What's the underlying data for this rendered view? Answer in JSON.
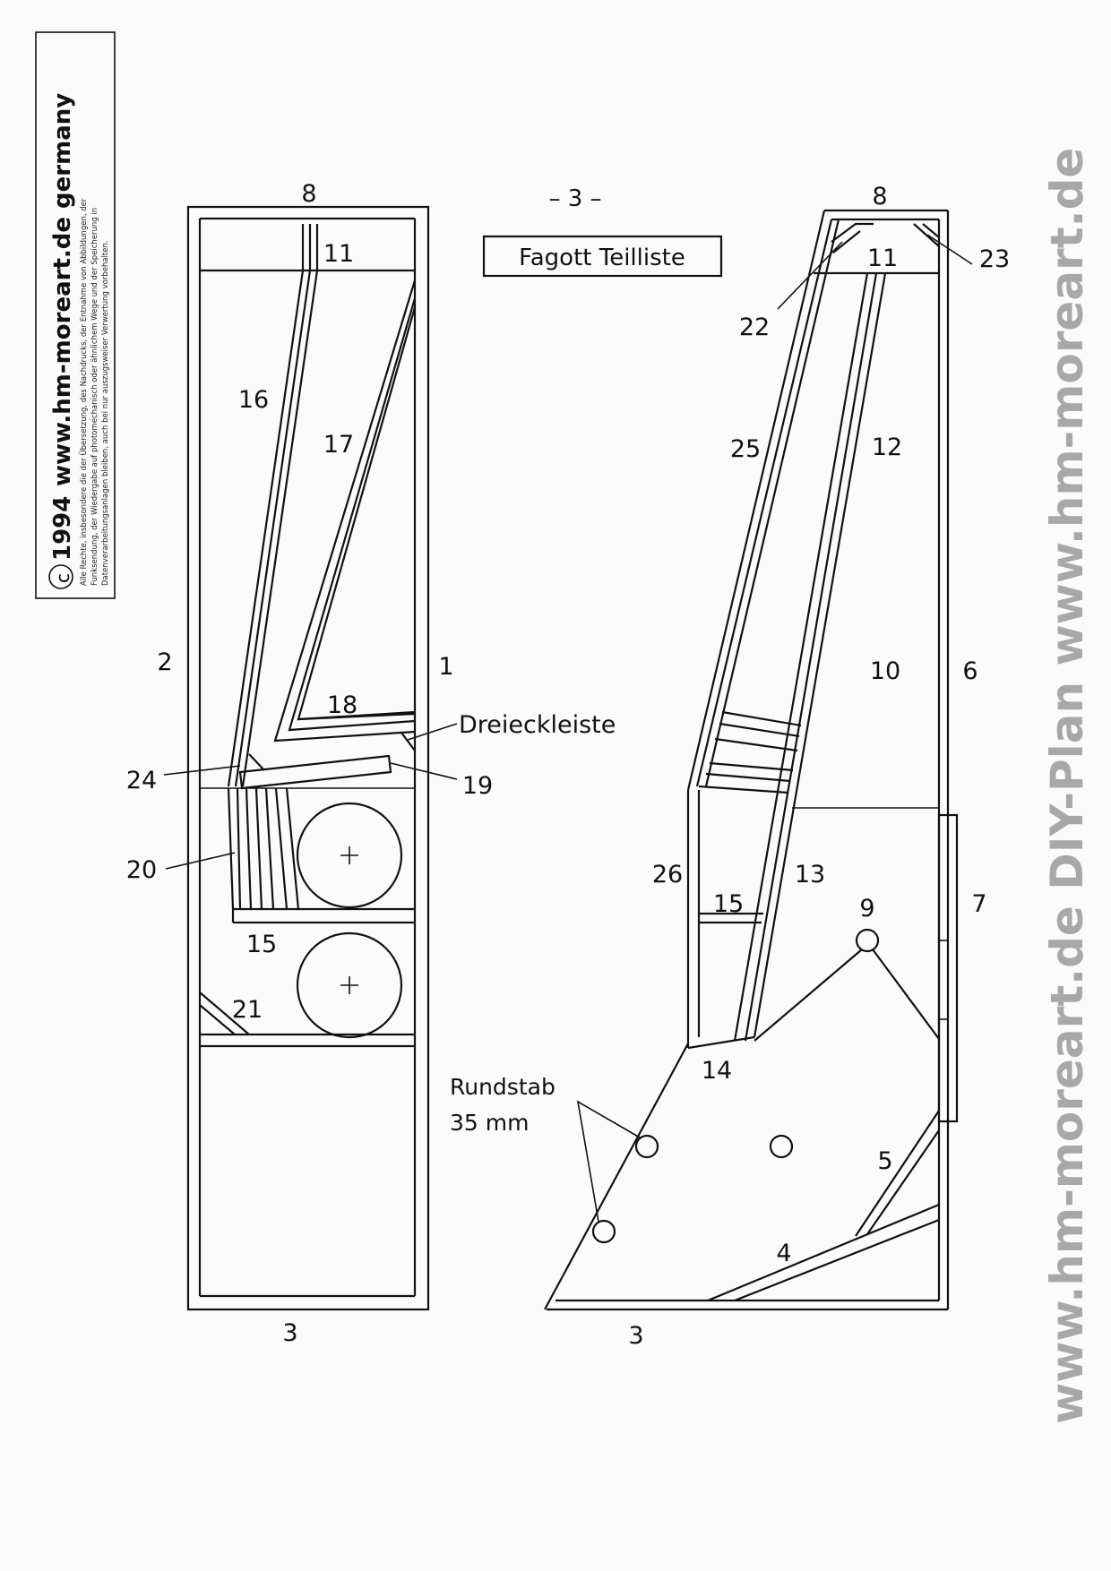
{
  "page_number": "– 3 –",
  "title": "Fagott Teilliste",
  "copyright": {
    "year_line": "1994",
    "site_line": "www.hm-moreart.de germany",
    "rights_lines": [
      "Alle Rechte, insbesondere die der Übersetzung, des Nachdrucks, der Entnahme von Abbildungen, der",
      "Funksendung, der Wiedergabe auf photomechanisch oder ähnlichem Wege und der Speicherung in",
      "Datenverarbeitungsanlagen bleiben, auch bei nur auszugsweiser Verwertung vorbehalten."
    ]
  },
  "watermark": {
    "text": "www.hm-moreart.de   DIY-Plan   www.hm-moreart.de",
    "color": "#a8a8a8"
  },
  "left_labels": {
    "p8": "8",
    "p11": "11",
    "p16": "16",
    "p17": "17",
    "p2": "2",
    "p1": "1",
    "p18": "18",
    "dreieck": "Dreieckleiste",
    "p24": "24",
    "p19": "19",
    "p20": "20",
    "p15": "15",
    "p21": "21",
    "p3": "3"
  },
  "right_labels": {
    "p8": "8",
    "p11": "11",
    "p23": "23",
    "p22": "22",
    "p25": "25",
    "p12": "12",
    "p10": "10",
    "p6": "6",
    "p26": "26",
    "p13": "13",
    "p15": "15",
    "p9": "9",
    "p7": "7",
    "p14": "14",
    "rundstab": "Rundstab",
    "rundstab_size": "35 mm",
    "p5": "5",
    "p4": "4",
    "p3": "3"
  }
}
